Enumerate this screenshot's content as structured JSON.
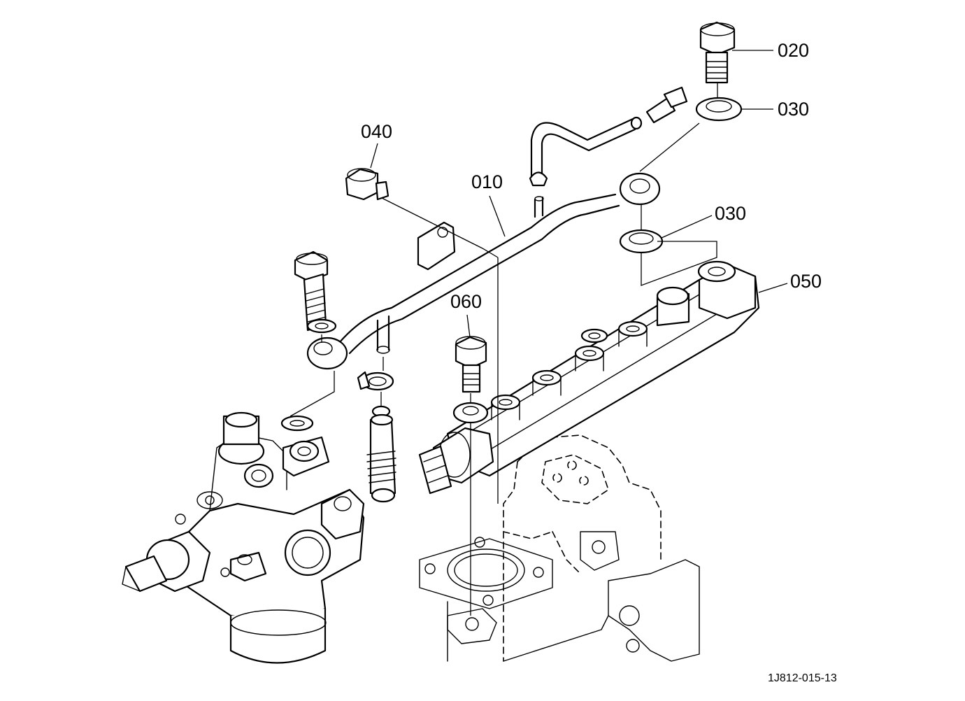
{
  "callouts": [
    {
      "id": "020",
      "label": "020"
    },
    {
      "id": "030a",
      "label": "030"
    },
    {
      "id": "040",
      "label": "040"
    },
    {
      "id": "010",
      "label": "010"
    },
    {
      "id": "030b",
      "label": "030"
    },
    {
      "id": "050",
      "label": "050"
    },
    {
      "id": "060",
      "label": "060"
    }
  ],
  "reference_code": "1J812-015-13"
}
